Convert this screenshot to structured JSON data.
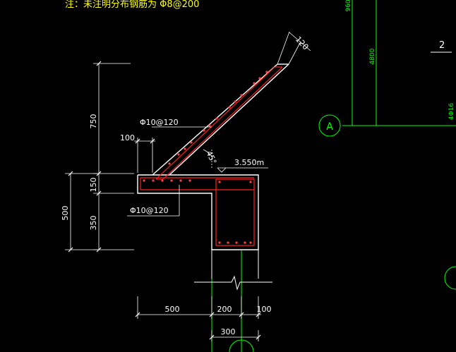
{
  "note": "注：未注明分布钢筋为 Φ8@200",
  "axis": {
    "label": "A",
    "span_4800": "4800",
    "span_top": "960",
    "rebar_4phi16": "4Φ16"
  },
  "section_mark": "2",
  "dims": {
    "h750": "750",
    "h150": "150",
    "h350": "350",
    "h500": "500",
    "w100_top": "100",
    "w120": "120",
    "b500": "500",
    "b200": "200",
    "b100": "100",
    "b300": "300"
  },
  "callouts": {
    "rebar_top": "Φ10@120",
    "rebar_bottom": "Φ10@120",
    "angle": "45°",
    "elevation": "3.550m"
  },
  "colors": {
    "background": "#000000",
    "dimension": "#ffffff",
    "concrete_outline": "#ffffff",
    "rebar": "#ff2020",
    "axis": "#00ff00",
    "note": "#ffff00"
  }
}
